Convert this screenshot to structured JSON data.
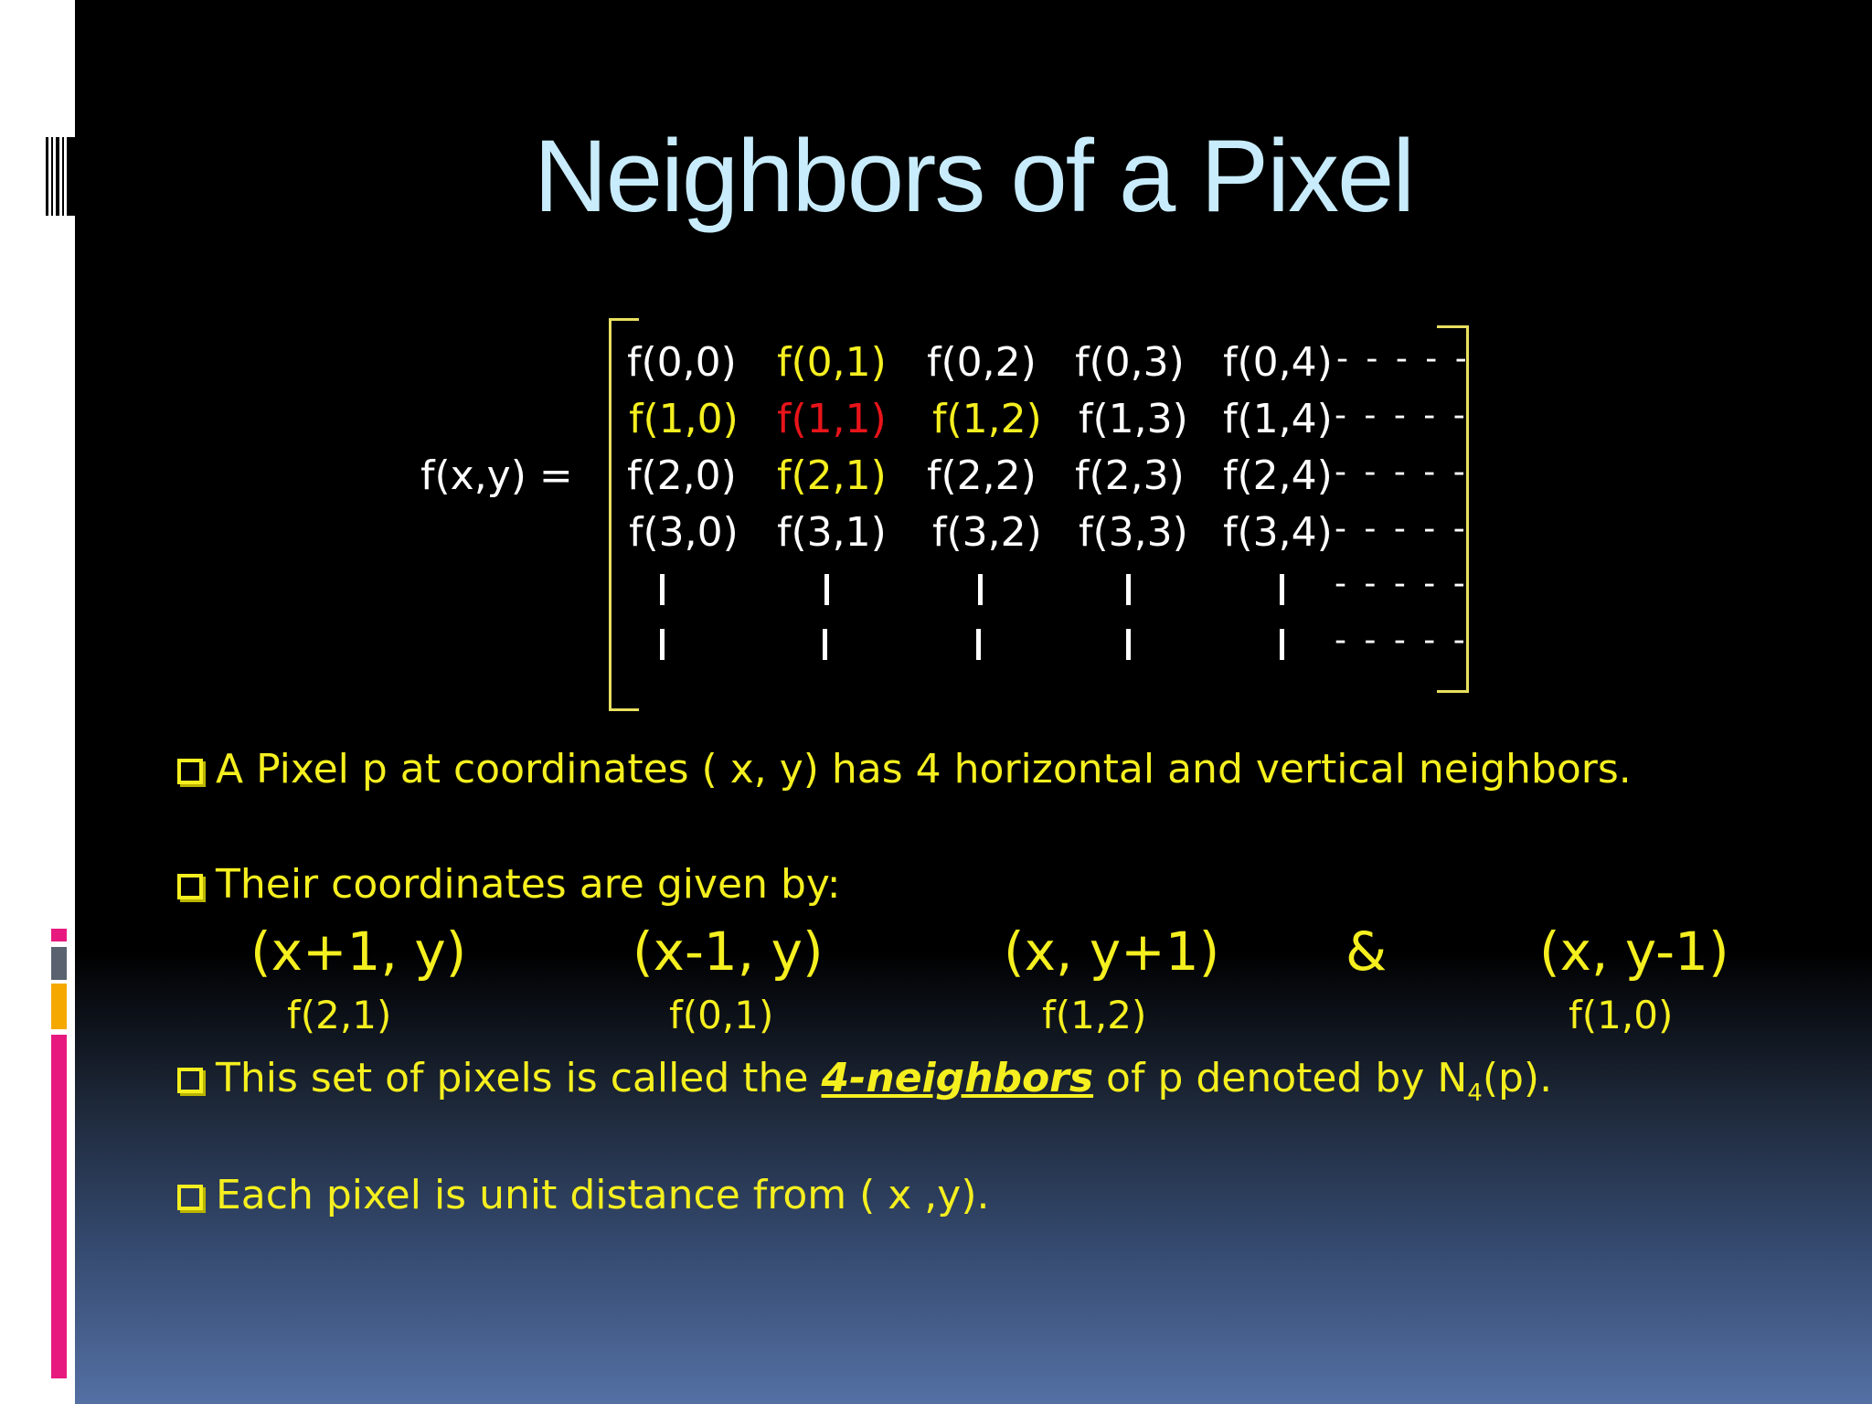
{
  "title": "Neighbors of a Pixel",
  "matrix": {
    "lhs": "f(x,y) =",
    "rows": [
      [
        "f(0,0)",
        "f(0,1)",
        "f(0,2)",
        "f(0,3)",
        "f(0,4)"
      ],
      [
        "f(1,0)",
        "f(1,1)",
        "f(1,2)",
        "f(1,3)",
        "f(1,4)"
      ],
      [
        "f(2,0)",
        "f(2,1)",
        "f(2,2)",
        "f(2,3)",
        "f(2,4)"
      ],
      [
        "f(3,0)",
        "f(3,1)",
        "f(3,2)",
        "f(3,3)",
        "f(3,4)"
      ]
    ],
    "dashes": "- - - - -"
  },
  "bullets": {
    "b1": "A Pixel p at coordinates ( x, y) has 4 horizontal and vertical neighbors.",
    "b2": "Their coordinates are given by:",
    "b3_pre": "This set of pixels is called the ",
    "b3_em": "4-neighbors",
    "b3_post": " of p denoted by N",
    "b3_sub": "4",
    "b3_end": "(p).",
    "b4": "Each pixel is unit distance from ( x ,y)."
  },
  "neighbors": {
    "c1": "(x+1, y)",
    "c2": "(x-1, y)",
    "c3": "(x, y+1)",
    "amp": "&",
    "c4": "(x, y-1)",
    "f1": "f(2,1)",
    "f2": "f(0,1)",
    "f3": "f(1,2)",
    "f4": "f(1,0)"
  },
  "colors": {
    "title": "#c8ecfb",
    "text_yellow": "#f5ef1f",
    "highlight_red": "#e8141a",
    "accent_pink": "#e8197e",
    "accent_gray": "#5a6270",
    "accent_orange": "#f5a800"
  }
}
